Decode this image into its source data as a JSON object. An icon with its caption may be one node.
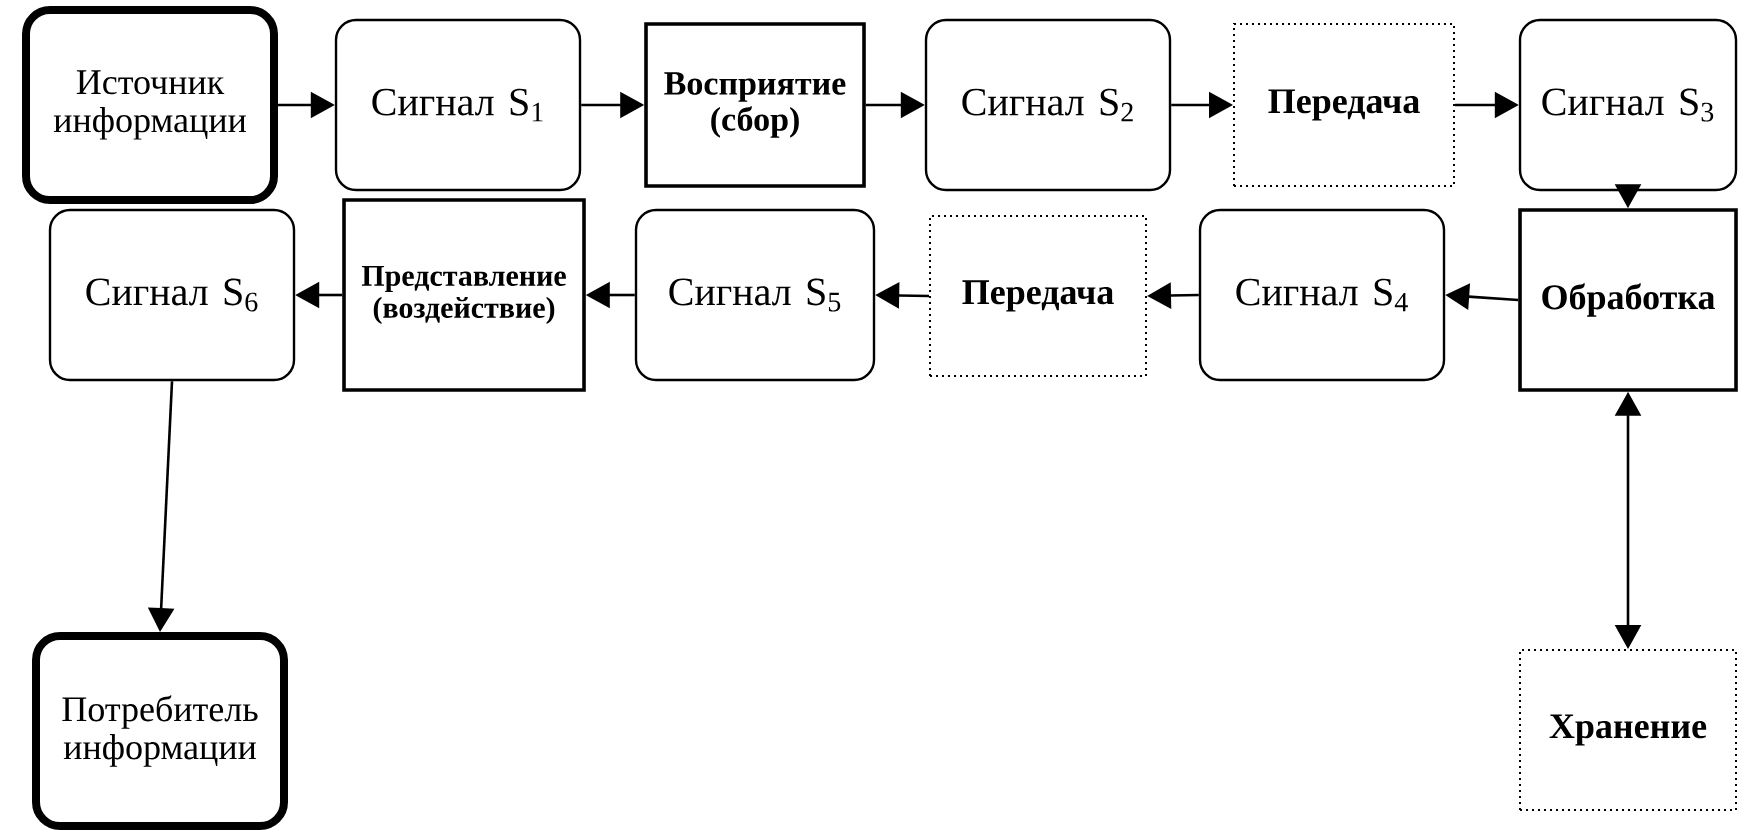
{
  "diagram": {
    "nodes": [
      {
        "text": [
          "Источник информации"
        ]
      },
      {
        "text": [
          "Сигнал S$_{1}$"
        ]
      },
      {
        "text": [
          "Восприятие (сбор)"
        ]
      },
      {
        "text": [
          "Сигнал S$_{2}$"
        ]
      },
      {
        "text": [
          "Передача"
        ]
      },
      {
        "text": [
          "Сигнал S$_{3}$"
        ]
      },
      {
        "text": [
          "Обработка"
        ]
      },
      {
        "text": [
          "Сигнал S$_{4}$"
        ]
      },
      {
        "text": [
          "Передача"
        ]
      },
      {
        "text": [
          "Сигнал S$_{5}$"
        ]
      },
      {
        "text": [
          "Представление (воздействие)"
        ]
      },
      {
        "text": [
          "Сигнал S$_{6}$"
        ]
      },
      {
        "text": [
          "Потребитель информации"
        ]
      },
      {
        "text": [
          "Хранение"
        ]
      }
    ],
    "edges": [
      {
        "from": 0,
        "to": 1,
        "arrow": "to"
      },
      {
        "from": 1,
        "to": 2,
        "arrow": "to"
      },
      {
        "from": 2,
        "to": 3,
        "arrow": "to"
      },
      {
        "from": 3,
        "to": 4,
        "arrow": "to"
      },
      {
        "from": 4,
        "to": 5,
        "arrow": "to"
      },
      {
        "from": 5,
        "to": 6,
        "arrow": "to"
      },
      {
        "from": 6,
        "to": 7,
        "arrow": "to"
      },
      {
        "from": 7,
        "to": 8,
        "arrow": "to"
      },
      {
        "from": 8,
        "to": 9,
        "arrow": "to"
      },
      {
        "from": 9,
        "to": 10,
        "arrow": "to"
      },
      {
        "from": 10,
        "to": 11,
        "arrow": "to"
      },
      {
        "from": 11,
        "to": 12,
        "arrow": "to"
      },
      {
        "from": 6,
        "to": 13,
        "arrow": "both"
      }
    ]
  }
}
